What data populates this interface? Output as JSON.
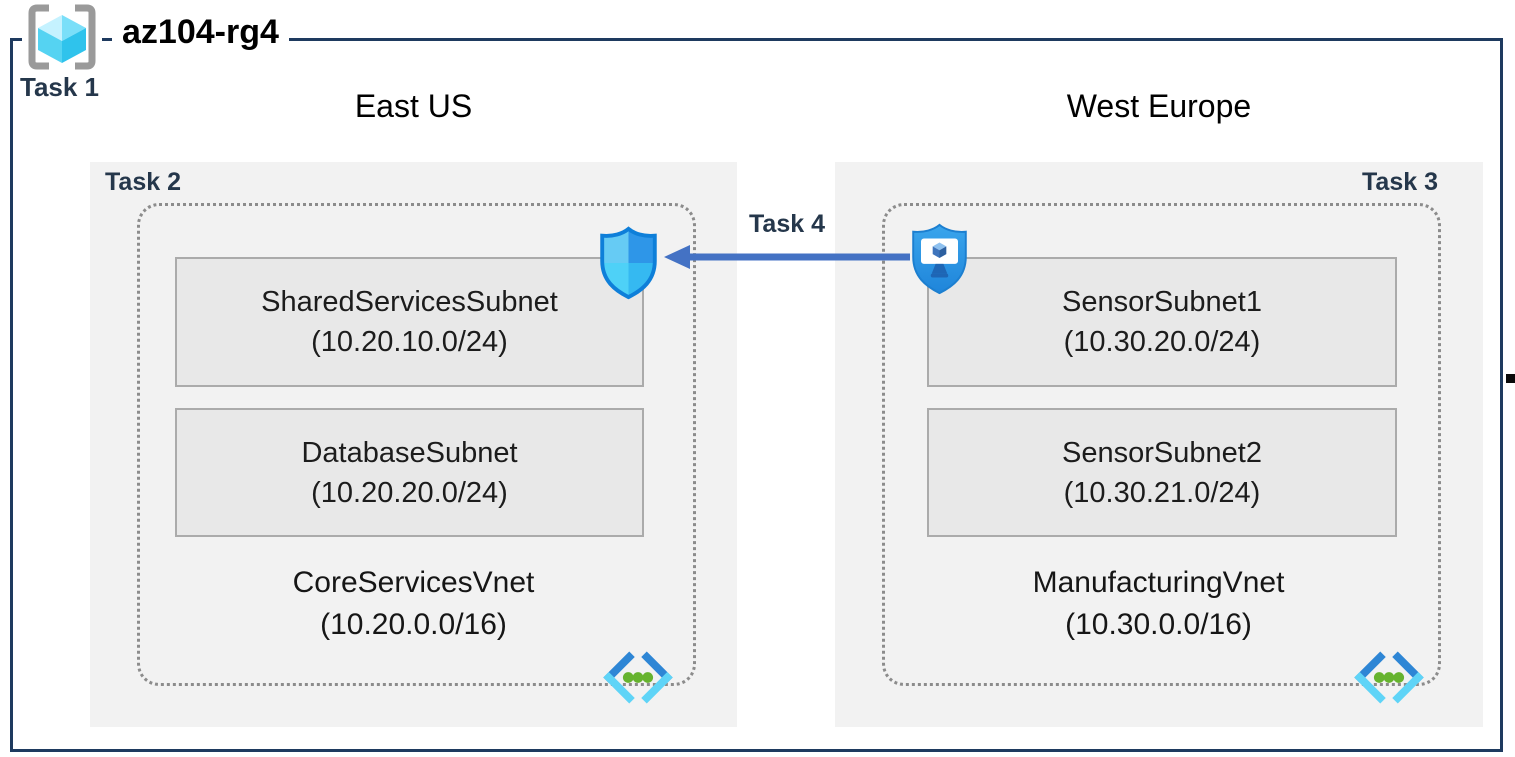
{
  "resource_group": {
    "title": "az104-rg4",
    "task_label": "Task 1",
    "icon": "resource-group-icon"
  },
  "regions": [
    {
      "name": "East US",
      "task_label": "Task 2",
      "vnet": {
        "name": "CoreServicesVnet",
        "cidr": "(10.20.0.0/16)",
        "icon": "virtual-network-icon",
        "subnets": [
          {
            "name": "SharedServicesSubnet",
            "cidr": "(10.20.10.0/24)"
          },
          {
            "name": "DatabaseSubnet",
            "cidr": "(10.20.20.0/24)"
          }
        ]
      }
    },
    {
      "name": "West Europe",
      "task_label": "Task 3",
      "vnet": {
        "name": "ManufacturingVnet",
        "cidr": "(10.30.0.0/16)",
        "icon": "virtual-network-icon",
        "subnets": [
          {
            "name": "SensorSubnet1",
            "cidr": "(10.30.20.0/24)"
          },
          {
            "name": "SensorSubnet2",
            "cidr": "(10.30.21.0/24)"
          }
        ]
      }
    }
  ],
  "peering": {
    "task_label": "Task 4",
    "from_icon": "shielded-vm-icon",
    "to_icon": "defender-shield-icon",
    "direction": "right-to-left"
  },
  "icons": [
    "resource-group-icon",
    "defender-shield-icon",
    "shielded-vm-icon",
    "virtual-network-icon"
  ],
  "colors": {
    "outer_border": "#1E3A5F",
    "region_background": "#F2F2F2",
    "subnet_background": "#E8E8E8",
    "subnet_border": "#ABABAB",
    "dotted_border": "#8C8C8C",
    "task_label_text": "#25374B",
    "arrow": "#4472C4",
    "shield_outline": "#0E7FD9",
    "shield_quadrants": [
      "#66CBF4",
      "#2E96E8",
      "#4ED1F7",
      "#35B9F1"
    ],
    "vm_shield_fill_top": "#3AA5EC",
    "vm_shield_fill_bottom": "#1F85DA",
    "vnet_chevron_blue": "#2E86D5",
    "vnet_chevron_cyan": "#5FD4F7",
    "vnet_dot_green": "#66B32E",
    "rg_bracket_gray": "#9A9A9A",
    "cube_cyan_light": "#9FE9FD",
    "cube_cyan_mid": "#55D3F2",
    "cube_cyan_dark": "#2FC3EC"
  }
}
